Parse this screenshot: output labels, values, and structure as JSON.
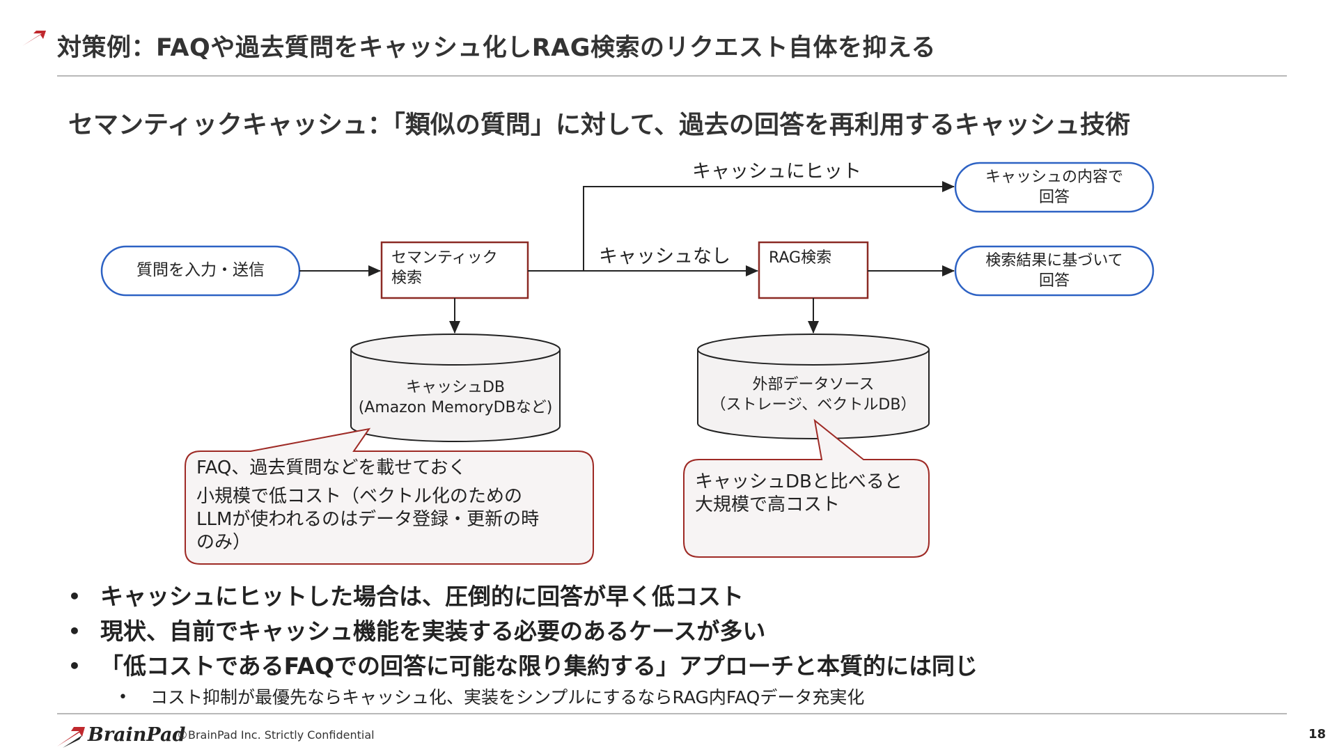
{
  "slide": {
    "title": "対策例：FAQや過去質問をキャッシュ化しRAG検索のリクエスト自体を抑える",
    "subtitle": "セマンティックキャッシュ：「類似の質問」に対して、過去の回答を再利用するキャッシュ技術"
  },
  "diagram": {
    "input_node": "質問を入力・送信",
    "semantic_search_line1": "セマンティック",
    "semantic_search_line2": "検索",
    "rag_search": "RAG検索",
    "cache_hit_result_line1": "キャッシュの内容で",
    "cache_hit_result_line2": "回答",
    "search_result_line1": "検索結果に基づいて",
    "search_result_line2": "回答",
    "cache_db_line1": "キャッシュDB",
    "cache_db_line2": "(Amazon MemoryDBなど)",
    "external_source_line1": "外部データソース",
    "external_source_line2": "（ストレージ、ベクトルDB）",
    "edge_cache_hit": "キャッシュにヒット",
    "edge_no_cache": "キャッシュなし",
    "callout_left": [
      "FAQ、過去質問などを載せておく",
      "小規模で低コスト（ベクトル化のための",
      "LLMが使われるのはデータ登録・更新の時",
      "のみ）"
    ],
    "callout_right": [
      "キャッシュDBと比べると",
      "大規模で高コスト"
    ]
  },
  "bullets": [
    "キャッシュにヒットした場合は、圧倒的に回答が早く低コスト",
    "現状、自前でキャッシュ機能を実装する必要のあるケースが多い",
    "「低コストであるFAQでの回答に可能な限り集約する」アプローチと本質的には同じ"
  ],
  "sub_bullet": "コスト抑制が最優先ならキャッシュ化、実装をシンプルにするならRAG内FAQデータ充実化",
  "bullet_mark": "•",
  "footer": {
    "logo_text": "BrainPad",
    "copyright": "©BrainPad Inc.  Strictly Confidential",
    "page_number": "18"
  },
  "colors": {
    "accent_red": "#c0282d",
    "box_border": "#8b2a24",
    "terminal_border": "#2d62c4",
    "cylinder_fill": "#f4f2f2",
    "callout_border": "#9e2a25",
    "callout_fill": "#f7f4f4"
  }
}
